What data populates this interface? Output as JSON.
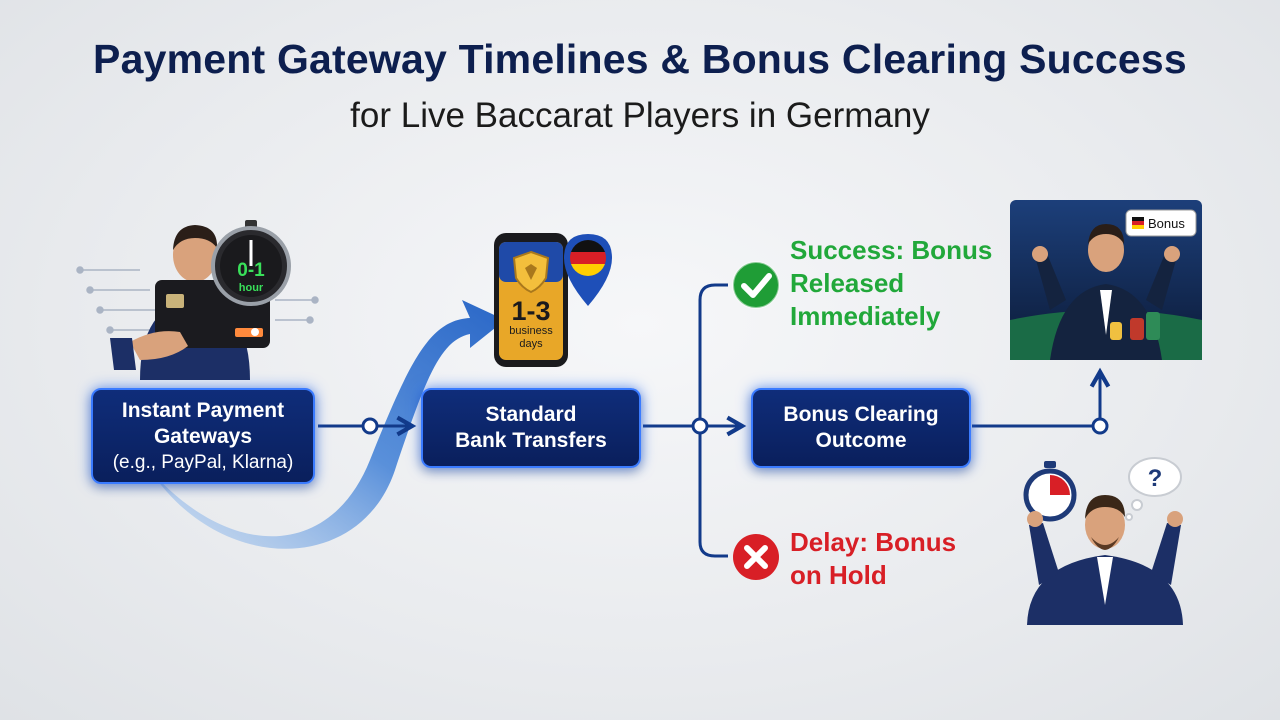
{
  "title": "Payment Gateway Timelines & Bonus Clearing Success",
  "subtitle": "for Live Baccarat Players in Germany",
  "nodes": {
    "instant": {
      "line1": "Instant Payment",
      "line2": "Gateways",
      "line3": "(e.g., PayPal, Klarna)"
    },
    "bank": {
      "line1": "Standard",
      "line2": "Bank Transfers"
    },
    "outcome": {
      "line1": "Bonus Clearing",
      "line2": "Outcome"
    }
  },
  "timers": {
    "instant": {
      "value": "0-1",
      "unit": "hour"
    },
    "bank": {
      "value": "1-3",
      "unit1": "business",
      "unit2": "days"
    }
  },
  "results": {
    "success": {
      "line1": "Success: Bonus",
      "line2": "Released",
      "line3": "Immediately"
    },
    "delay": {
      "line1": "Delay: Bonus",
      "line2": "on Hold"
    }
  },
  "illustration": {
    "screen_badge": "Bonus",
    "thought_mark": "?"
  },
  "colors": {
    "title": "#0d1f4f",
    "node_fill": "#0a1f5c",
    "node_glow": "#3a7bff",
    "connector": "#123a8a",
    "success": "#21a83a",
    "delay": "#d81f26"
  },
  "icons": [
    "clock-icon",
    "credit-card-icon",
    "smartphone-icon",
    "shield-icon",
    "germany-pin-icon",
    "check-icon",
    "cross-icon",
    "stopwatch-icon",
    "thought-bubble-icon"
  ]
}
